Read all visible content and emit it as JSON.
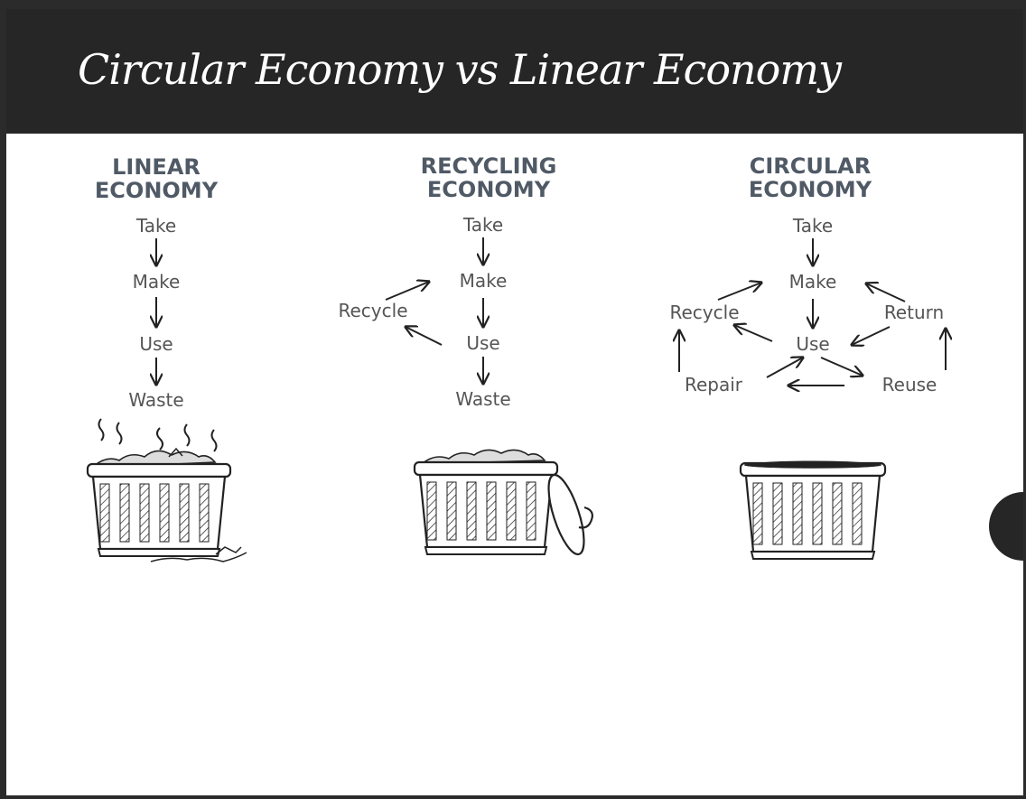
{
  "slide": {
    "title": "Circular Economy vs Linear Economy"
  },
  "columns": {
    "linear": {
      "heading": [
        "LINEAR",
        "ECONOMY"
      ],
      "steps": {
        "take": "Take",
        "make": "Make",
        "use": "Use",
        "waste": "Waste"
      }
    },
    "recycling": {
      "heading": [
        "RECYCLING",
        "ECONOMY"
      ],
      "steps": {
        "take": "Take",
        "make": "Make",
        "use": "Use",
        "waste": "Waste",
        "recycle": "Recycle"
      }
    },
    "circular": {
      "heading": [
        "CIRCULAR",
        "ECONOMY"
      ],
      "steps": {
        "take": "Take",
        "make": "Make",
        "use": "Use",
        "recycle": "Recycle",
        "return": "Return",
        "repair": "Repair",
        "reuse": "Reuse"
      }
    }
  },
  "colors": {
    "title_bar": "#262626",
    "heading": "#505a66",
    "step_text": "#555555",
    "arrow": "#222222"
  }
}
